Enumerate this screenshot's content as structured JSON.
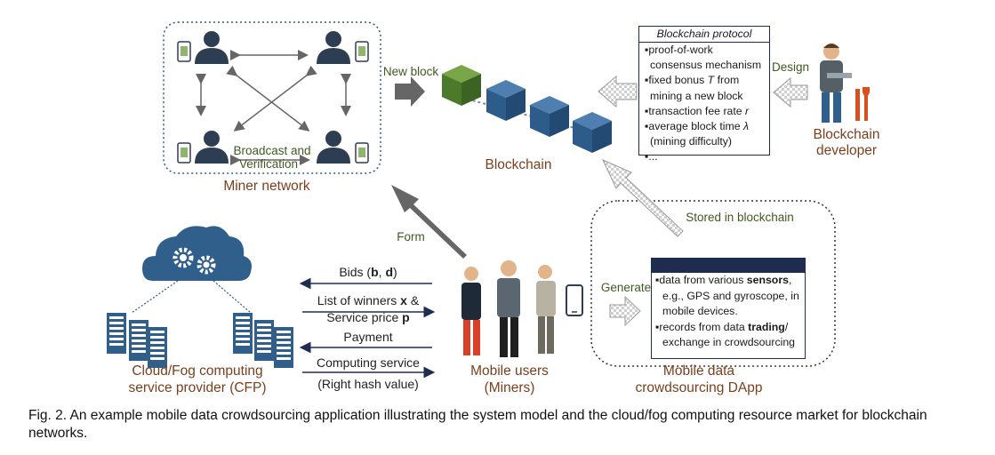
{
  "diagram": {
    "miner_network_label": "Miner network",
    "broadcast_label_1": "Broadcast and",
    "broadcast_label_2": "Verification",
    "new_block_label": "New block",
    "blockchain_label": "Blockchain",
    "design_label": "Design",
    "developer_label_1": "Blockchain",
    "developer_label_2": "developer",
    "form_label": "Form",
    "stored_label": "Stored in blockchain",
    "generate_label": "Generate",
    "dapp_label_1": "Mobile data",
    "dapp_label_2": "crowdsourcing DApp",
    "mobile_users_label_1": "Mobile users",
    "mobile_users_label_2": "(Miners)",
    "cfp_label_1": "Cloud/Fog computing",
    "cfp_label_2": "service provider (CFP)",
    "bids_text": "Bids (",
    "bids_b": "b",
    "bids_sep": ", ",
    "bids_d": "d",
    "bids_end": ")",
    "winners_text": "List of winners ",
    "winners_x": "x",
    "winners_amp": " &",
    "price_text": "Service price ",
    "price_p": "p",
    "payment_label": "Payment",
    "computing_service_label": "Computing service",
    "right_hash_label": "(Right hash value)"
  },
  "protocol_box": {
    "title": "Blockchain protocol",
    "l1": "▪proof-of-work",
    "l2": "consensus mechanism",
    "l3a": "▪fixed bonus ",
    "l3b": "T",
    "l3c": " from",
    "l4": "mining a new block",
    "l5a": "▪transaction fee rate ",
    "l5b": "r",
    "l6a": "▪average block time ",
    "l6b": "λ",
    "l7": "(mining difficulty)",
    "l8": "▪..."
  },
  "dapp_box": {
    "l1a": "▪data from various ",
    "l1b": "sensors",
    "l1c": ",",
    "l2": "e.g., GPS and gyroscope, in",
    "l3": "mobile devices.",
    "l4": "▪records from data ",
    "l4b": "trading",
    "l4c": "/",
    "l5": "exchange in crowdsourcing"
  },
  "caption": "Fig. 2. An example mobile data crowdsourcing application illustrating the system model and the cloud/fog computing resource market for blockchain networks.",
  "colors": {
    "label_brown": "#7b3f1d",
    "label_green": "#3e5a1f",
    "block_blue": "#2e5c8a",
    "block_green": "#4a7a2a",
    "navy": "#1e2d4f",
    "cloud_blue": "#2f5f8a"
  }
}
